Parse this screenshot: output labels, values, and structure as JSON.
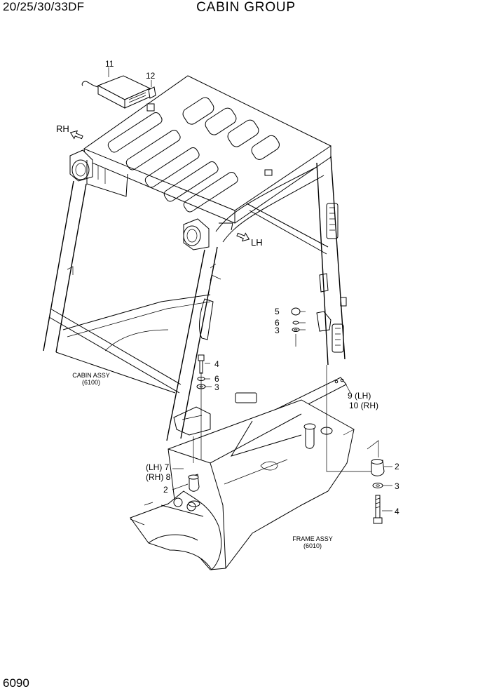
{
  "header": {
    "model": "20/25/30/33DF",
    "title": "CABIN GROUP"
  },
  "footer": {
    "page": "6090"
  },
  "directions": {
    "rh": "RH",
    "lh": "LH"
  },
  "assemblies": {
    "cabin": {
      "name": "CABIN ASSY",
      "ref": "(6100)"
    },
    "frame": {
      "name": "FRAME ASSY",
      "ref": "(6010)"
    }
  },
  "callouts": {
    "c11": "11",
    "c12": "12",
    "c5": "5",
    "c6a": "6",
    "c3a": "3",
    "c4a": "4",
    "c6b": "6",
    "c3b": "3",
    "c9": "9 (LH)",
    "c10": "10 (RH)",
    "c7": "(LH) 7",
    "c8": "(RH) 8",
    "c2a": "2",
    "c2b": "2",
    "c3c": "3",
    "c4b": "4"
  }
}
